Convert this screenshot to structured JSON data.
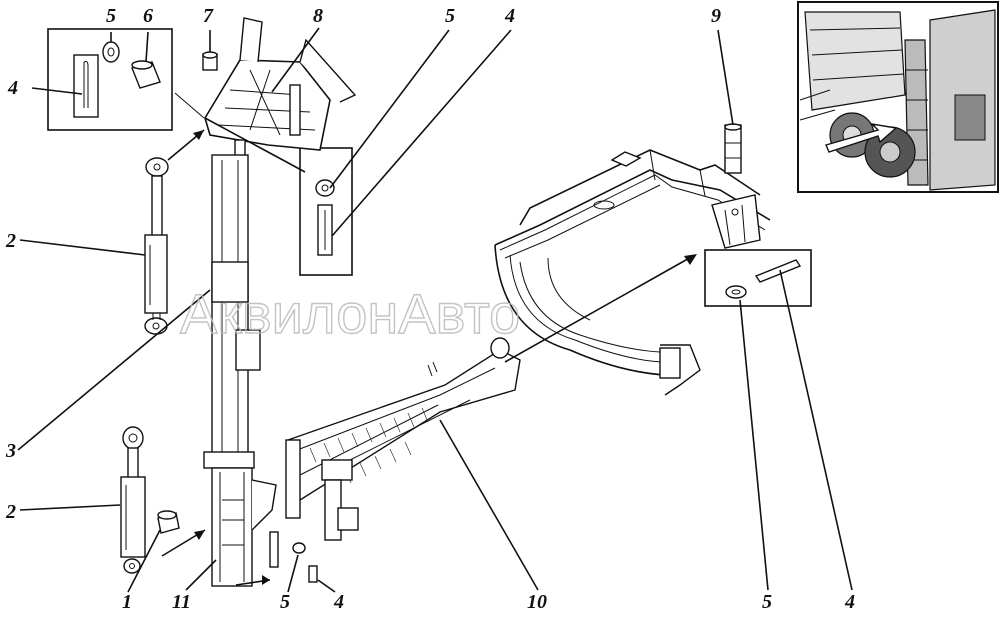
{
  "watermark": "АквилонАвто",
  "callouts": {
    "c1": "1",
    "c2a": "2",
    "c2b": "2",
    "c3": "3",
    "c4a": "4",
    "c4b": "4",
    "c4c": "4",
    "c4d": "4",
    "c5a": "5",
    "c5b": "5",
    "c5c": "5",
    "c5d": "5",
    "c6": "6",
    "c7": "7",
    "c8": "8",
    "c9": "9",
    "c10": "10",
    "c11": "11"
  }
}
